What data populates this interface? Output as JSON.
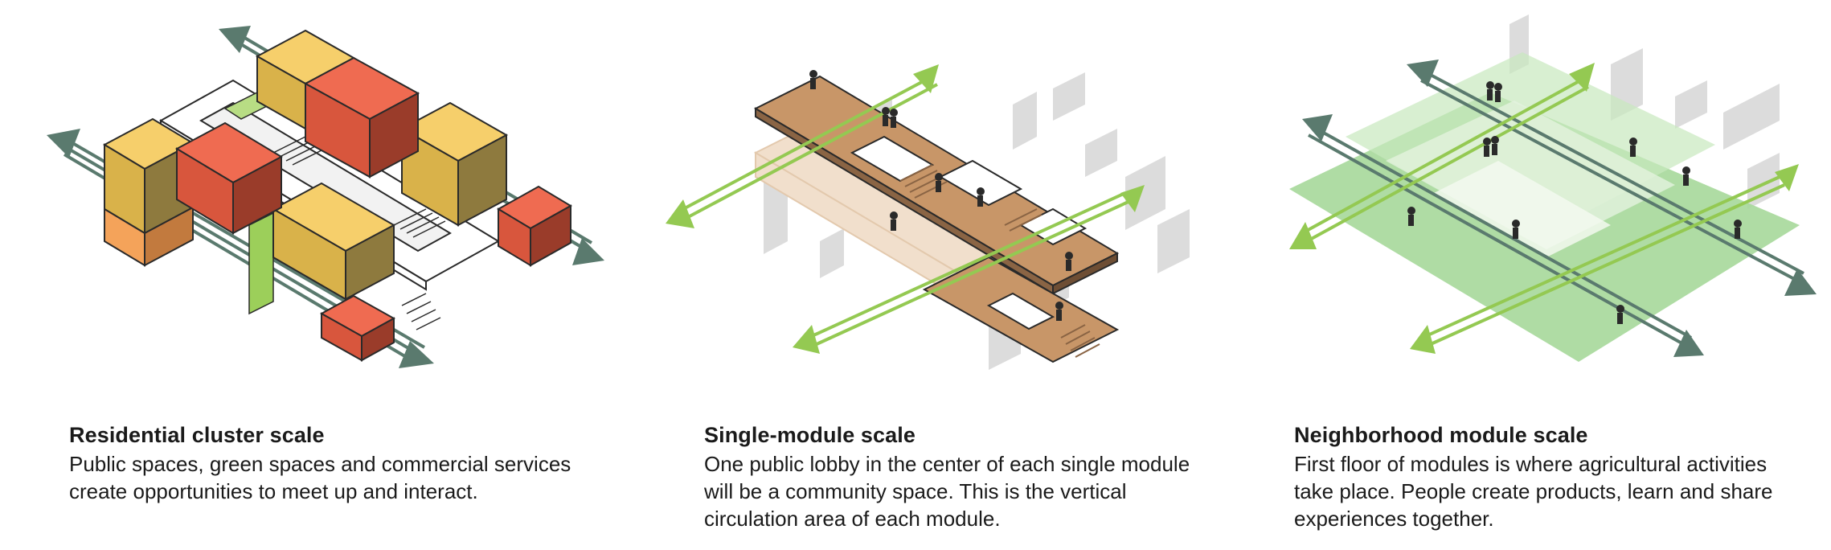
{
  "colors": {
    "yellow": "#f6cf6b",
    "yellow_side": "#d9b24a",
    "yellow_dark": "#8e7a3e",
    "orange_red": "#ef6b51",
    "red_dark": "#9a3c2a",
    "orange": "#f4a35a",
    "green_light": "#9ccf5a",
    "green_arrow": "#94c952",
    "teal_arrow": "#5a7a6e",
    "tan": "#c89668",
    "tan_dark": "#8a6444",
    "grey_panel": "#dcdcdc",
    "green_floor": "#a6d89a",
    "ink": "#2a2a2a"
  },
  "panels": [
    {
      "icon": "residential-cluster-diagram",
      "title": "Residential cluster scale",
      "lines": [
        "Public spaces, green spaces and commercial services",
        "create opportunities to meet up and interact."
      ]
    },
    {
      "icon": "single-module-diagram",
      "title": "Single-module scale",
      "lines": [
        "One public lobby in the center of each single module",
        "will be a community space. This is the vertical",
        "circulation area of each module."
      ]
    },
    {
      "icon": "neighborhood-module-diagram",
      "title": "Neighborhood module scale",
      "lines": [
        "First floor of modules is where agricultural activities",
        "take place. People create products, learn and share",
        "experiences together."
      ]
    }
  ]
}
